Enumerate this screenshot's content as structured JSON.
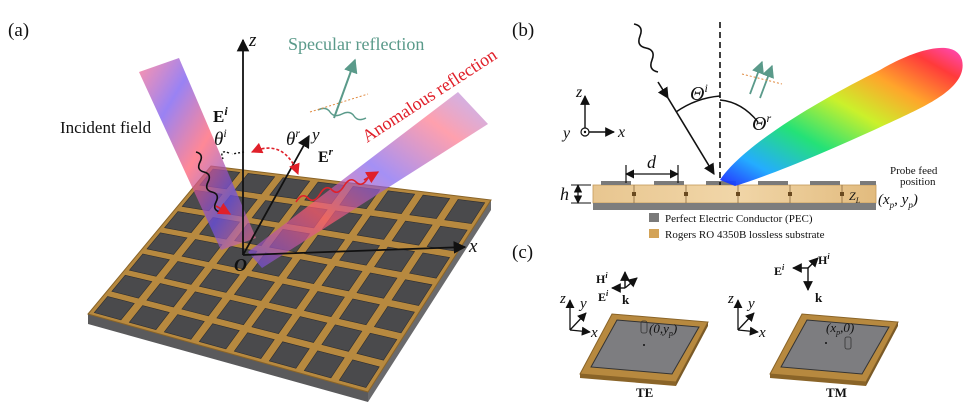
{
  "colors": {
    "substrate": "#b7893f",
    "substrate_edge": "#8a6428",
    "patch": "#4a4a4c",
    "pec_swatch": "#7a7a7a",
    "rogers_swatch": "#d3a357",
    "specular": "#5a9a8a",
    "anomalous": "#e0202a",
    "incident": "#6a4fd8"
  },
  "panel_a": {
    "label": "(a)",
    "axis_z": "z",
    "axis_x": "x",
    "axis_y": "y",
    "origin": "O",
    "incident_label": "Incident field",
    "specular_label": "Specular reflection",
    "anomalous_label": "Anomalous reflection",
    "E_inc": "E",
    "E_inc_sup": "i",
    "theta_i": "θ",
    "theta_i_sup": "i",
    "theta_r": "θ",
    "theta_r_sup": "r",
    "E_ref": "E",
    "E_ref_sup": "r"
  },
  "panel_b": {
    "label": "(b)",
    "axis_z": "z",
    "axis_y": "y",
    "axis_x": "x",
    "theta_i": "Θ",
    "theta_i_sup": "i",
    "theta_r": "Θ",
    "theta_r_sup": "r",
    "d_label": "d",
    "h_label": "h",
    "zl_label": "Z",
    "zl_sub": "L",
    "probe_line1": "Probe feed",
    "probe_line2": "position",
    "probe_coord": "(x",
    "probe_coord_p1": "p",
    "probe_coord_mid": ", y",
    "probe_coord_p2": "p",
    "probe_coord_end": ")",
    "legend_pec": "Perfect Electric Conductor (PEC)",
    "legend_rogers": "Rogers RO 4350B lossless substrate"
  },
  "panel_c": {
    "label": "(c)",
    "te": {
      "H": "H",
      "H_sup": "i",
      "E": "E",
      "E_sup": "i",
      "k": "k",
      "axis_z": "z",
      "axis_y": "y",
      "axis_x": "x",
      "coord": "(0,y",
      "coord_sub": "p",
      "coord_end": ")",
      "caption": "TE"
    },
    "tm": {
      "E": "E",
      "E_sup": "i",
      "H": "H",
      "H_sup": "i",
      "k": "k",
      "axis_z": "z",
      "axis_y": "y",
      "axis_x": "x",
      "coord": "(x",
      "coord_sub": "p",
      "coord_end": ",0)",
      "caption": "TM"
    }
  }
}
